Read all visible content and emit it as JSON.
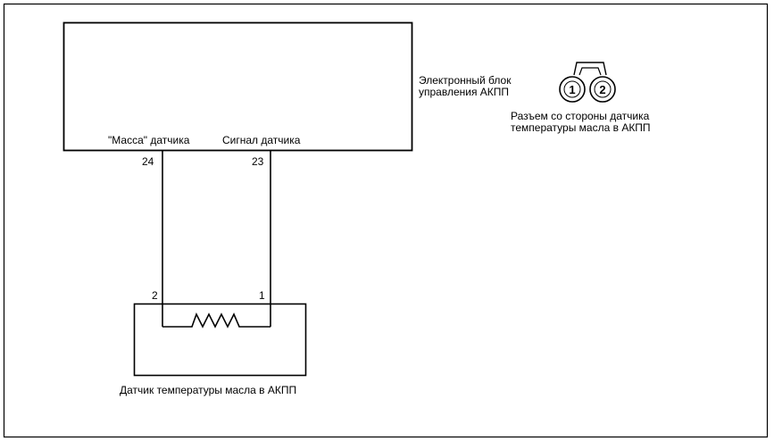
{
  "ecu": {
    "label_line1": "Электронный блок",
    "label_line2": "управления АКПП",
    "ground_label": "\"Масса\" датчика",
    "signal_label": "Сигнал датчика",
    "pin_ground": "24",
    "pin_signal": "23"
  },
  "sensor": {
    "pin_2": "2",
    "pin_1": "1",
    "caption": "Датчик температуры масла в АКПП"
  },
  "connector": {
    "terminal_1": "1",
    "terminal_2": "2",
    "caption_line1": "Разъем со стороны датчика",
    "caption_line2": "температуры масла в АКПП"
  }
}
